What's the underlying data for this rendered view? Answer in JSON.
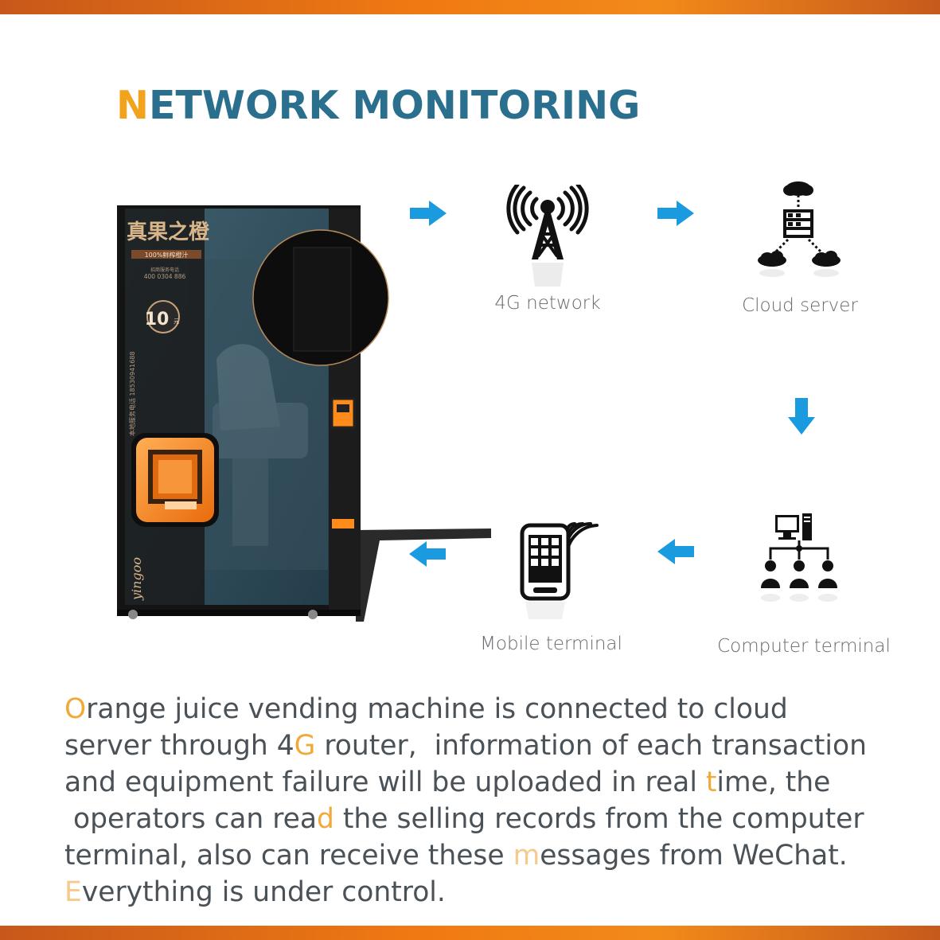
{
  "title": {
    "first": "N",
    "rest": "ETWORK MONITORING"
  },
  "machine": {
    "brand_cn": "真果之橙",
    "tagline_cn": "100%鲜榨橙汁",
    "hotline_cn": "招商服务电话",
    "hotline_number": "400 0304 886",
    "price_badge": "10",
    "price_unit": "元",
    "side_phone": "本地服务电话 18530941688",
    "logo_text": "yingoo"
  },
  "nodes": {
    "network": "4G network",
    "cloud": "Cloud server",
    "mobile": "Mobile terminal",
    "computer": "Computer terminal"
  },
  "description": {
    "l1_a": "O",
    "l1_b": "range juice vending machine is connected to cloud",
    "l2_a": "server through 4",
    "l2_b": "G",
    "l2_c": " router,  information of each transaction",
    "l3_a": "and equipment failure will be uploaded in real ",
    "l3_b": "t",
    "l3_c": "ime, the",
    "l4_a": " operators can rea",
    "l4_b": "d",
    "l4_c": " the selling records from the computer",
    "l5_a": "terminal, also can receive these ",
    "l5_b": "m",
    "l5_c": "essages from WeChat.",
    "l6_a": "E",
    "l6_b": "verything is under control."
  },
  "colors": {
    "accent": "#f07a12",
    "title": "#2a6f8e",
    "arrow": "#1a9be0",
    "highlight": "#f1a93a"
  }
}
